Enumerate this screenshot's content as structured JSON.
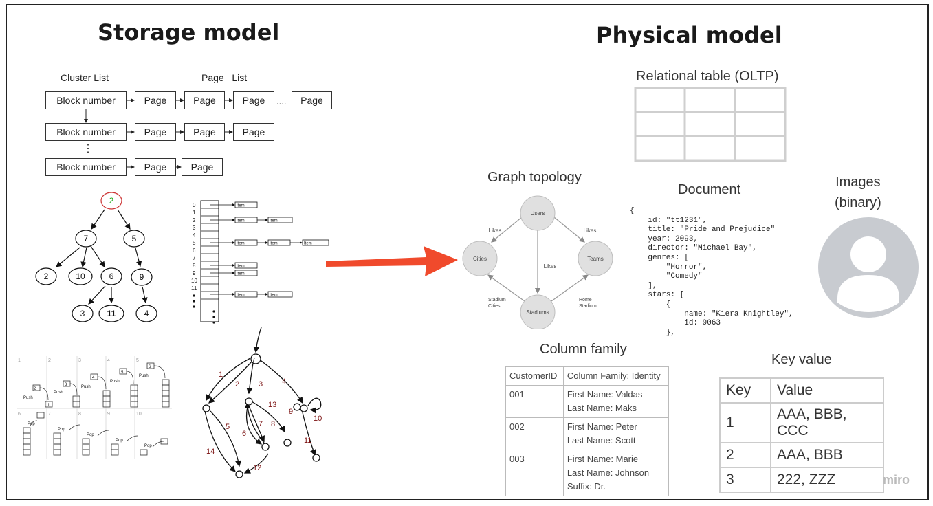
{
  "storage": {
    "title": "Storage model",
    "cluster_list_label": "Cluster List",
    "page_list_label": "Page   List",
    "block_label": "Block number",
    "page_label": "Page",
    "dots": "....",
    "vdots": "⋮",
    "tree_nodes": [
      "2",
      "7",
      "5",
      "2",
      "10",
      "6",
      "9",
      "3",
      "11",
      "4"
    ],
    "hash_indexes": [
      "0",
      "1",
      "2",
      "3",
      "4",
      "5",
      "6",
      "7",
      "8",
      "9",
      "10",
      "11"
    ],
    "hash_item": "Item",
    "stack_steps": [
      "1",
      "2",
      "3",
      "4",
      "5",
      "6",
      "7",
      "8",
      "9",
      "10"
    ],
    "stack_push": "Push",
    "stack_pop": "Pop",
    "graph_root": "r",
    "graph_edges": [
      "1",
      "2",
      "3",
      "4",
      "5",
      "6",
      "7",
      "8",
      "9",
      "10",
      "11",
      "12",
      "13",
      "14"
    ]
  },
  "physical": {
    "title": "Physical model",
    "relational_label": "Relational table (OLTP)",
    "graph_label": "Graph topology",
    "graph_nodes": {
      "users": "Users",
      "cities": "Cities",
      "teams": "Teams",
      "stadiums": "Stadiums"
    },
    "graph_edges": {
      "likes1": "Likes",
      "likes2": "Likes",
      "likes3": "Likes",
      "stadium_cities": "Stadium\nCities",
      "home_stadium": "Home\nStadium"
    },
    "document_label": "Document",
    "document_text": "{\n    id: \"tt1231\",\n    title: \"Pride and Prejudice\"\n    year: 2093,\n    director: \"Michael Bay\",\n    genres: [\n        \"Horror\",\n        \"Comedy\"\n    ],\n    stars: [\n        {\n            name: \"Kiera Knightley\",\n            id: 9063\n        },",
    "images_label": "Images\n(binary)",
    "column_family_label": "Column family",
    "column_family": {
      "headers": [
        "CustomerID",
        "Column Family: Identity"
      ],
      "rows": [
        {
          "id": "001",
          "values": [
            "First Name: Valdas",
            "Last Name: Maks"
          ]
        },
        {
          "id": "002",
          "values": [
            "First Name: Peter",
            "Last Name: Scott"
          ]
        },
        {
          "id": "003",
          "values": [
            "First Name: Marie",
            "Last Name: Johnson",
            "Suffix: Dr."
          ]
        }
      ]
    },
    "key_value_label": "Key value",
    "key_value": {
      "headers": [
        "Key",
        "Value"
      ],
      "rows": [
        [
          "1",
          "AAA, BBB, CCC"
        ],
        [
          "2",
          "AAA, BBB"
        ],
        [
          "3",
          "222, ZZZ"
        ]
      ]
    }
  },
  "watermark": "miro",
  "colors": {
    "arrow": "#f04a2c",
    "graph_node": "#e0e0e0",
    "avatar": "#c8cbd0"
  }
}
